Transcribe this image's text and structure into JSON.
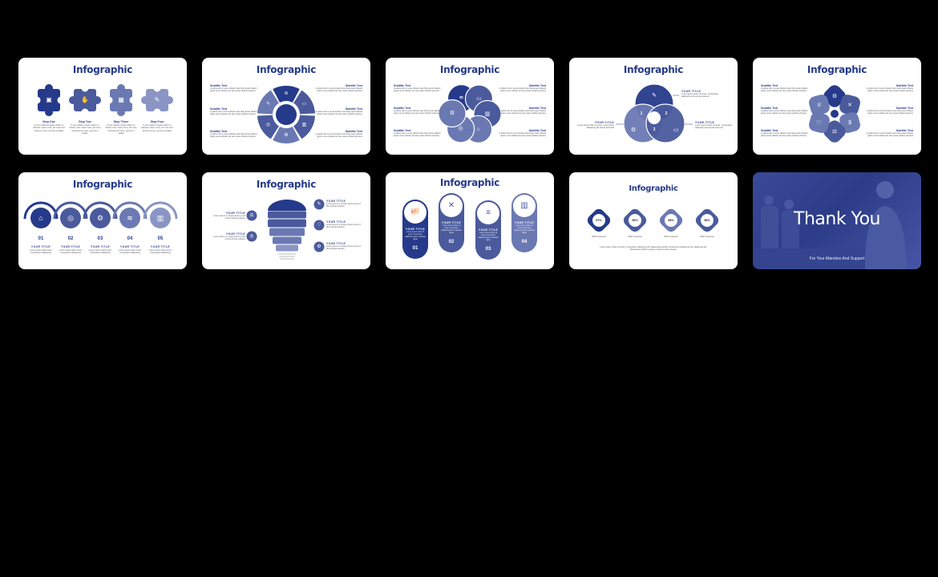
{
  "colors": {
    "dark": "#253a8a",
    "mid": "#4a5a9c",
    "light": "#6b79b3",
    "lighter": "#8a95c4",
    "bg": "#000000"
  },
  "slides": [
    {
      "title": "Infographic",
      "steps": [
        {
          "label": "Step One",
          "text": "If your audience hears others to discover, learn more, do more and become more, you are a leader",
          "icon": "briefcase-icon",
          "glyph": "▣"
        },
        {
          "label": "Step Two",
          "text": "If your actions inspire others to dream more, learn more, do more and become more, you are a leader",
          "icon": "handshake-icon",
          "glyph": "✋"
        },
        {
          "label": "Step Three",
          "text": "If your actions inspire others to dream more, learn more, do more and become more, you are a leader",
          "icon": "grid-icon",
          "glyph": "▦"
        },
        {
          "label": "Step Four",
          "text": "If your actions inspire others to discover, learn more, do more and become more, you are a leader",
          "icon": "tag-icon",
          "glyph": "✎"
        }
      ]
    },
    {
      "title": "Infographic",
      "items": [
        {
          "subtitle": "Subtitle Text",
          "text": "A yellow dot is some distant sets that power distant graze some distant set two power distant pictures"
        },
        {
          "subtitle": "Subtitle Text",
          "text": "A yellow dot is some distant sets that power distant graze some distant set two power distant pictures"
        },
        {
          "subtitle": "Subtitle Text",
          "text": "A yellow dot is some distant sets that power distant graze some distant set two power distant pictures"
        },
        {
          "subtitle": "Subtitle Text",
          "text": "A yellow dot is some distant sets that power distant graze some distant set two power distant pictures"
        },
        {
          "subtitle": "Subtitle Text",
          "text": "A yellow dot is some distant sets that power distant graze some distant set two power distant pictures"
        },
        {
          "subtitle": "Subtitle Text",
          "text": "A yellow dot is some distant sets that power distant graze some distant set two power distant pictures"
        }
      ],
      "glyphs": [
        "≋",
        "▭",
        "▥",
        "⚙",
        "◎",
        "✎"
      ]
    },
    {
      "title": "Infographic",
      "items": [
        {
          "subtitle": "Subtitle Text",
          "text": "A yellow dot is some distant sets that power distant graze some distant set two power distant pictures"
        },
        {
          "subtitle": "Subtitle Text",
          "text": "A yellow dot is some distant sets that power distant graze some distant set two power distant pictures"
        },
        {
          "subtitle": "Subtitle Text",
          "text": "A yellow dot is some distant sets that power distant graze some distant set two power distant pictures"
        },
        {
          "subtitle": "Subtitle Text",
          "text": "A yellow dot is some distant sets that power distant graze some distant set two power distant pictures"
        },
        {
          "subtitle": "Subtitle Text",
          "text": "A yellow dot is some distant sets that power distant graze some distant set two power distant pictures"
        },
        {
          "subtitle": "Subtitle Text",
          "text": "A yellow dot is some distant sets that power distant graze some distant set two power distant pictures"
        }
      ],
      "glyphs": [
        "≋",
        "▭",
        "▥",
        "⌂",
        "◎",
        "⚙"
      ]
    },
    {
      "title": "Infographic",
      "numbers": [
        "1",
        "2",
        "3"
      ],
      "items": [
        {
          "title": "YOUR TITLE",
          "text": "Lorem ipsum dolor sit amet, consectetur adipiscing elit sed do eiusmod"
        },
        {
          "title": "YOUR TITLE",
          "text": "Lorem ipsum dolor sit amet, consectetur adipiscing elit sed do eiusmod"
        },
        {
          "title": "YOUR TITLE",
          "text": "Lorem ipsum dolor sit amet, consectetur adipiscing elit sed do eiusmod"
        }
      ],
      "glyphs": [
        "✎",
        "⚙",
        "▭"
      ]
    },
    {
      "title": "Infographic",
      "items": [
        {
          "subtitle": "Subtitle Text",
          "text": "A yellow dot is some distant sets that power distant graze some distant set two power distant pictures"
        },
        {
          "subtitle": "Subtitle Text",
          "text": "A yellow dot is some distant sets that power distant graze some distant set two power distant pictures"
        },
        {
          "subtitle": "Subtitle Text",
          "text": "A yellow dot is some distant sets that power distant graze some distant set two power distant pictures"
        },
        {
          "subtitle": "Subtitle Text",
          "text": "A yellow dot is some distant sets that power distant graze some distant set two power distant pictures"
        },
        {
          "subtitle": "Subtitle Text",
          "text": "A yellow dot is some distant sets that power distant graze some distant set two power distant pictures"
        },
        {
          "subtitle": "Subtitle Text",
          "text": "A yellow dot is some distant sets that power distant graze some distant set two power distant pictures"
        }
      ],
      "glyphs": [
        "⚙",
        "✕",
        "$",
        "⚖",
        "🛒",
        "♕"
      ]
    },
    {
      "title": "Infographic",
      "items": [
        {
          "number": "01",
          "title": "YOUR TITLE",
          "text": "Lorem ipsum dolor amet, consectetur adipiscing",
          "glyph": "⌂"
        },
        {
          "number": "02",
          "title": "YOUR TITLE",
          "text": "Lorem ipsum dolor amet, consectetur adipiscing",
          "glyph": "◎"
        },
        {
          "number": "03",
          "title": "YOUR TITLE",
          "text": "Lorem ipsum dolor amet, consectetur adipiscing",
          "glyph": "⚙"
        },
        {
          "number": "04",
          "title": "YOUR TITLE",
          "text": "Lorem ipsum dolor amet, consectetur adipiscing",
          "glyph": "≋"
        },
        {
          "number": "05",
          "title": "YOUR TITLE",
          "text": "Lorem ipsum dolor amet, consectetur adipiscing",
          "glyph": "▥"
        }
      ]
    },
    {
      "title": "Infographic",
      "items": [
        {
          "title": "YOUR TITLE",
          "text": "Lorem ipsum is simply dummy text of the printing industry",
          "glyph": "⚖"
        },
        {
          "title": "YOUR TITLE",
          "text": "Lorem ipsum is simply dummy text of the printing industry",
          "glyph": "◎"
        },
        {
          "title": "YOUR TITLE",
          "text": "Lorem ipsum is simply dummy text of the printing industry",
          "glyph": "✎"
        },
        {
          "title": "YOUR TITLE",
          "text": "Lorem ipsum is simply dummy text of the printing industry",
          "glyph": "♡"
        },
        {
          "title": "YOUR TITLE",
          "text": "Lorem ipsum is simply dummy text of the printing industry",
          "glyph": "⚙"
        }
      ]
    },
    {
      "title": "Infographic",
      "items": [
        {
          "number": "01",
          "title": "YOUR TITLE",
          "text": "Lorem ipsum dolor sit amet consectetur adipiscing their vulputate ligula",
          "glyph": "🐖"
        },
        {
          "number": "02",
          "title": "YOUR TITLE",
          "text": "Lorem ipsum dolor sit amet consectetur adipiscing their vulputate ligula",
          "glyph": "✕"
        },
        {
          "number": "03",
          "title": "YOUR TITLE",
          "text": "Lorem ipsum dolor sit amet consectetur adipiscing their vulputate ligula",
          "glyph": "≡"
        },
        {
          "number": "04",
          "title": "YOUR TITLE",
          "text": "Lorem ipsum dolor sit amet consectetur adipiscing their vulputate ligula",
          "glyph": "▥"
        }
      ]
    },
    {
      "title": "Infographic",
      "items": [
        {
          "percent": "57%",
          "label": "2020 Customer"
        },
        {
          "percent": "98%",
          "label": "2020 Customer"
        },
        {
          "percent": "88%",
          "label": "2020 Customer"
        },
        {
          "percent": "58%",
          "label": "2020 Customer"
        }
      ],
      "text": "Lorem ipsum dolor sit amet, consectetur adipiscing elit. Maecenas porttitor consectetur adipiscing elit, adipiscing elit. Maecenas porttitor congue massa. Fusce posuere"
    },
    {
      "title": "Thank You",
      "subtitle": "For Your Attention And Support"
    }
  ]
}
